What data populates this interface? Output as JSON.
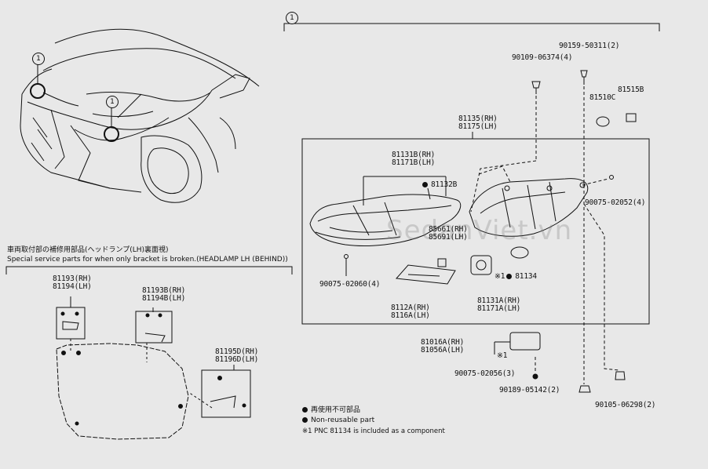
{
  "callout_symbol": "1",
  "watermark": "SedanViet.vn",
  "section_title_jp": "車両取付部の補修用部品(ヘッドランプ(LH)裏面視)",
  "section_title_en": "Special service parts for when only bracket is broken.(HEADLAMP LH (BEHIND))",
  "parts": {
    "p90159": "90159-50311(2)",
    "p90109": "90109-06374(4)",
    "p81515b": "81515B",
    "p81510c": "81510C",
    "p81135": "81135(RH)\n81175(LH)",
    "p81131b": "81131B(RH)\n81171B(LH)",
    "p81132b": "81132B",
    "p90075_02052": "90075-02052(4)",
    "p85661": "85661(RH)\n85691(LH)",
    "p90075_02060": "90075-02060(4)",
    "p81134": "81134",
    "p81134_mark": "※1",
    "p8112a": "8112A(RH)\n8116A(LH)",
    "p81131a": "81131A(RH)\n81171A(LH)",
    "p81016a": "81016A(RH)\n81056A(LH)",
    "p81016a_mark": "※1",
    "p90075_02056": "90075-02056(3)",
    "p90189": "90189-05142(2)",
    "p90105": "90105-06298(2)",
    "p81193": "81193(RH)\n81194(LH)",
    "p81193b": "81193B(RH)\n81194B(LH)",
    "p81195d": "81195D(RH)\n81196D(LH)"
  },
  "legend": {
    "line1": "再使用不可部品",
    "line2": "Non-reusable part",
    "line3": "※1 PNC 81134 is included as a component"
  },
  "colors": {
    "background": "#e8e8e8",
    "ink": "#111111"
  }
}
